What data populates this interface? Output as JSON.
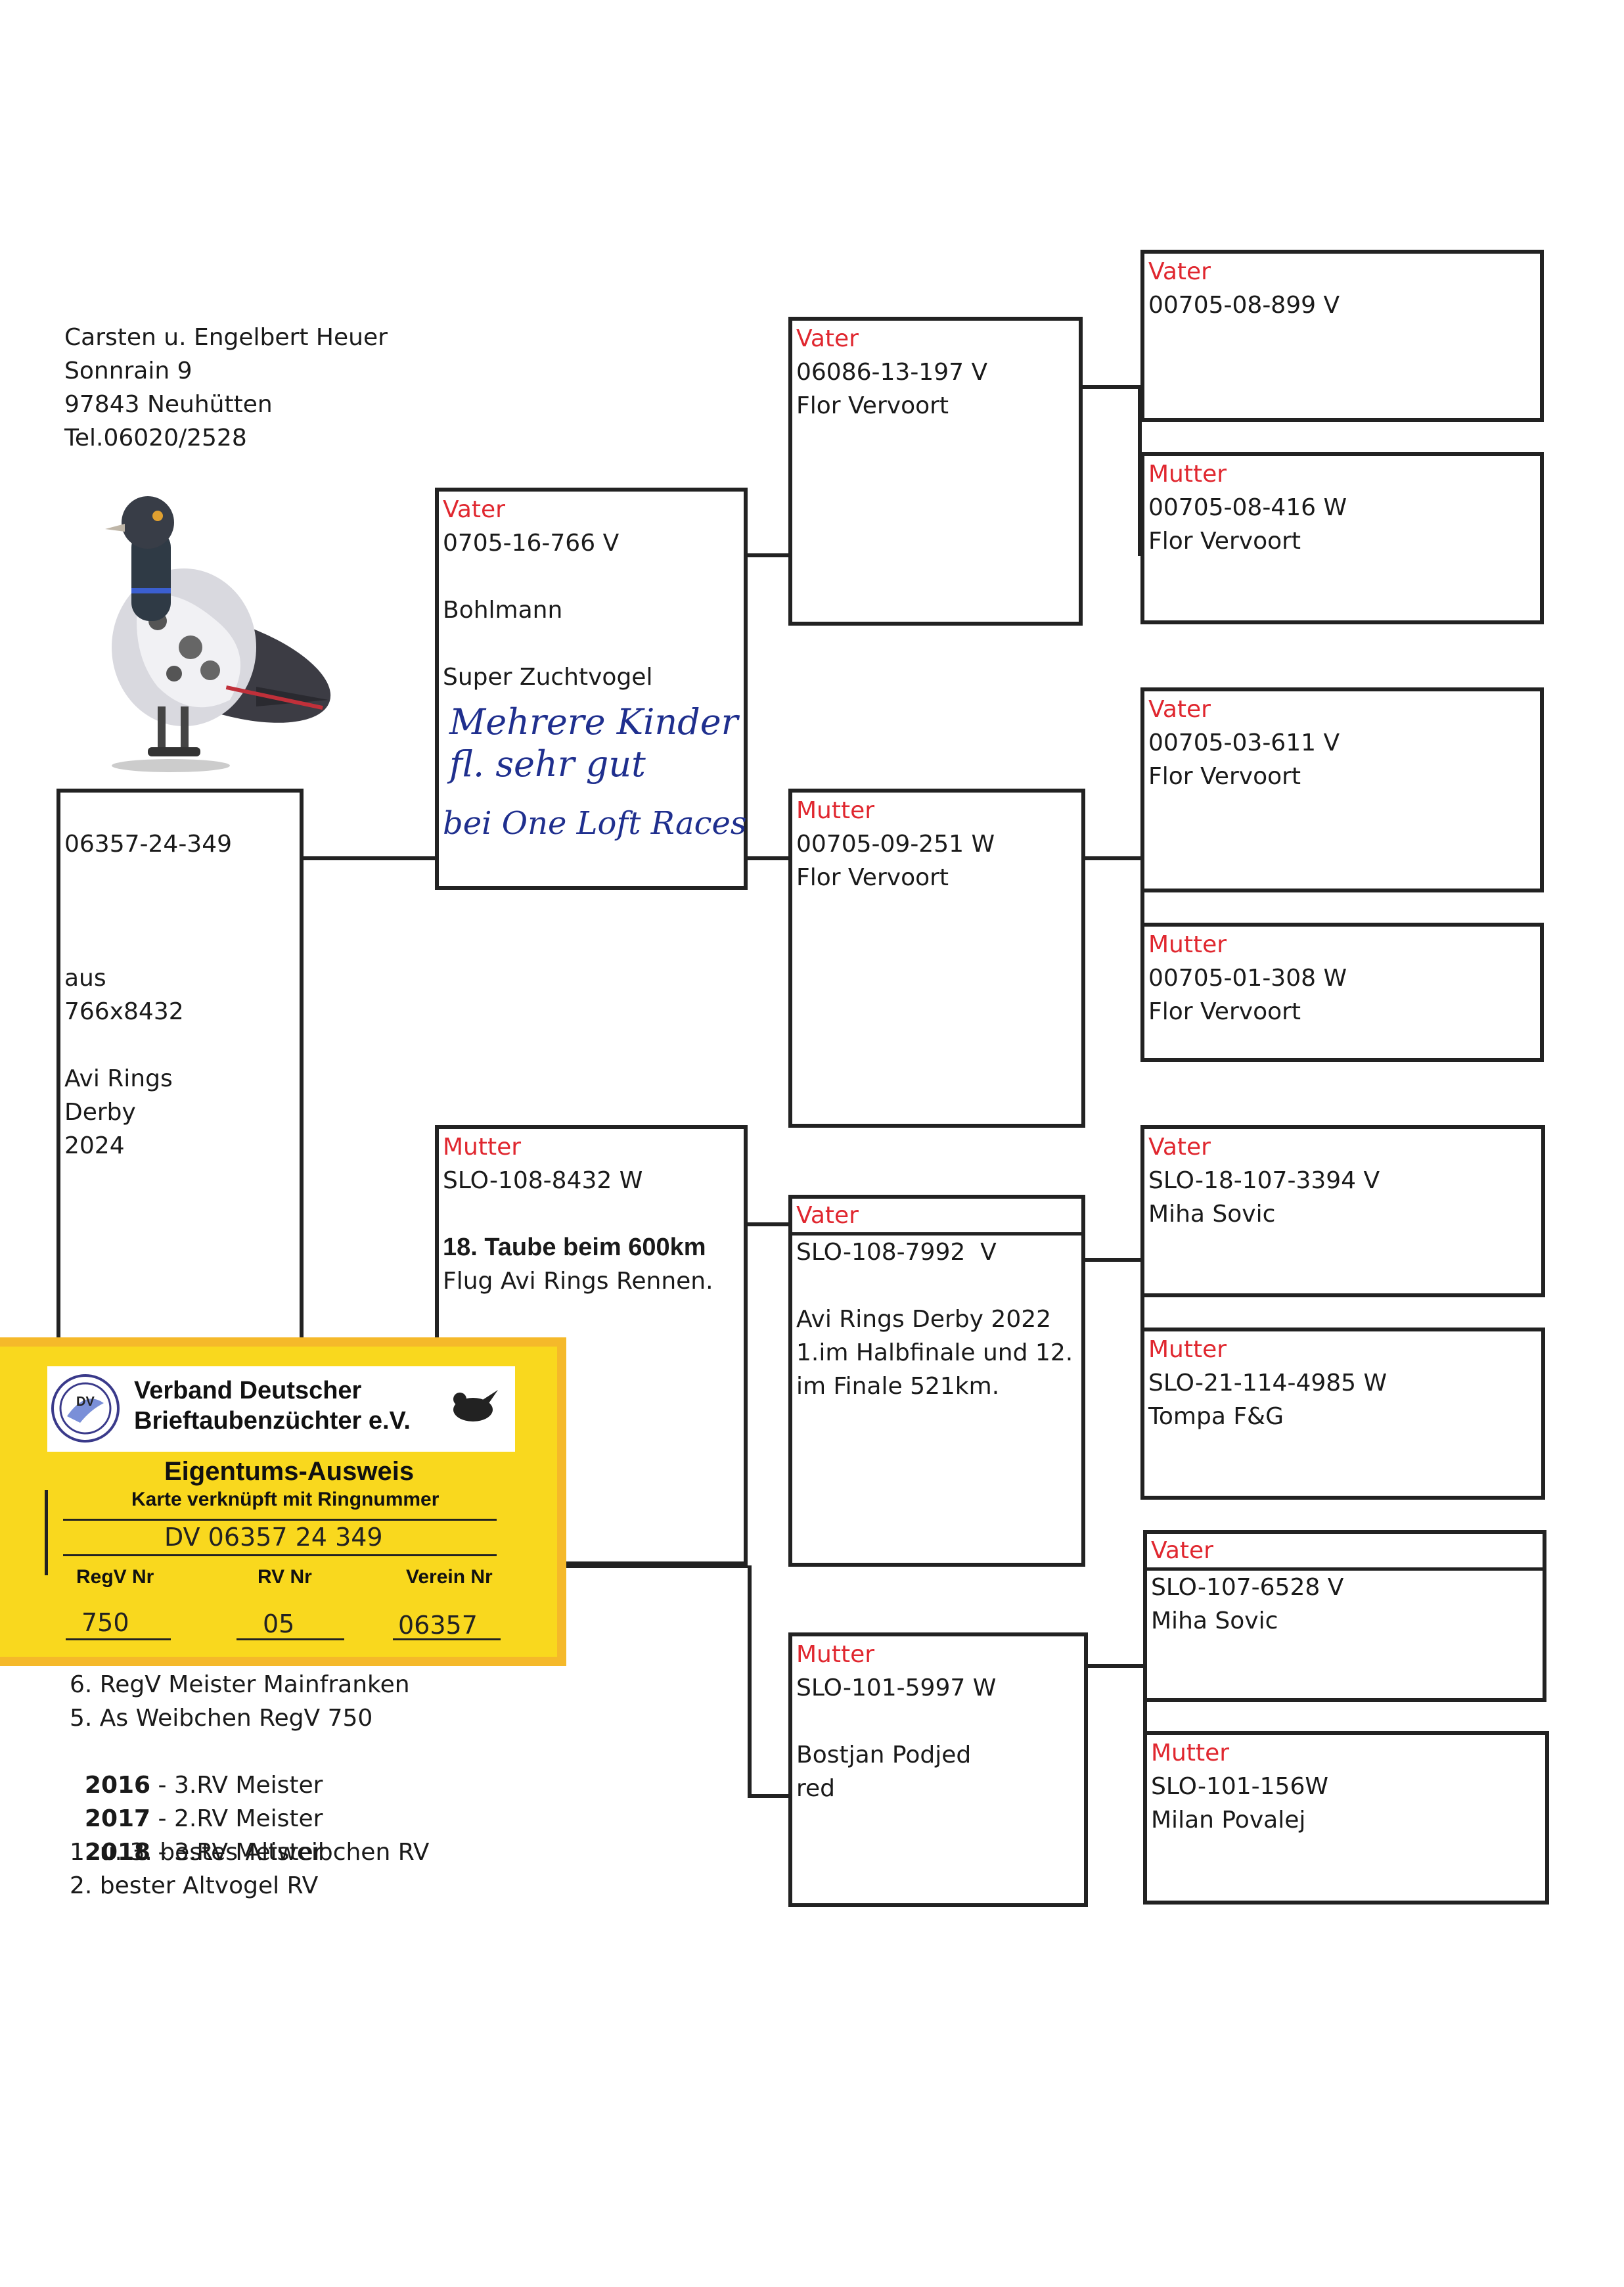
{
  "owner": {
    "name": "Carsten u. Engelbert Heuer",
    "street": "Sonnrain 9",
    "city": "97843 Neuhütten",
    "phone": "Tel.06020/2528"
  },
  "subject": {
    "ring": "06357-24-349",
    "line1": "aus",
    "line2": "766x8432",
    "line3": "Avi Rings",
    "line4": "Derby",
    "line5": "2024"
  },
  "father": {
    "label": "Vater",
    "ring": "0705-16-766 V",
    "breeder": "Bohlmann",
    "note": "Super Zuchtvogel",
    "handwritten1": "Mehrere Kinder",
    "handwritten2": "fl. sehr gut",
    "handwritten3": "bei One Loft Races"
  },
  "mother": {
    "label": "Mutter",
    "ring": "SLO-108-8432 W",
    "achievement_bold": "18. Taube beim 600km",
    "achievement_rest": "Flug Avi Rings Rennen."
  },
  "ff": {
    "label": "Vater",
    "ring": "06086-13-197 V",
    "breeder": "Flor Vervoort"
  },
  "fm": {
    "label": "Mutter",
    "ring": "00705-09-251 W",
    "breeder": "Flor Vervoort"
  },
  "mf": {
    "label": "Vater",
    "ring": "SLO-108-7992  V",
    "line1": "Avi Rings Derby 2022",
    "line2": "1.im Halbfinale und 12.",
    "line3": "im Finale 521km."
  },
  "mm": {
    "label": "Mutter",
    "ring": "SLO-101-5997 W",
    "line1": "Bostjan Podjed",
    "line2": "red"
  },
  "fff": {
    "label": "Vater",
    "ring": "00705-08-899 V"
  },
  "ffm": {
    "label": "Mutter",
    "ring": "00705-08-416 W",
    "breeder": "Flor Vervoort"
  },
  "fmf": {
    "label": "Vater",
    "ring": "00705-03-611 V",
    "breeder": "Flor Vervoort"
  },
  "fmm": {
    "label": "Mutter",
    "ring": "00705-01-308 W",
    "breeder": "Flor Vervoort"
  },
  "mff": {
    "label": "Vater",
    "ring": "SLO-18-107-3394 V",
    "breeder": "Miha Sovic"
  },
  "mfm": {
    "label": "Mutter",
    "ring": "SLO-21-114-4985 W",
    "breeder": "Tompa F&G"
  },
  "mmf": {
    "label": "Vater",
    "ring": "SLO-107-6528 V",
    "breeder": "Miha Sovic"
  },
  "mmm": {
    "label": "Mutter",
    "ring": "SLO-101-156W",
    "breeder": "Milan Povalej"
  },
  "card": {
    "org1": "Verband Deutscher",
    "org2": "Brieftaubenzüchter e.V.",
    "title": "Eigentums-Ausweis",
    "subtitle": "Karte verknüpft mit Ringnummer",
    "ring": "DV 06357 24 349",
    "col1_label": "RegV Nr",
    "col2_label": "RV Nr",
    "col3_label": "Verein Nr",
    "col1_value": "750",
    "col2_value": "05",
    "col3_value": "06357"
  },
  "achievements": {
    "a1": "6. RegV Meister Mainfranken",
    "a2": "5. As Weibchen RegV 750",
    "a3_year": "2016",
    "a3_text": " - 3.RV Meister",
    "a4_year": "2017",
    "a4_text": " - 2.RV Meister",
    "a5_year": "2018",
    "a5_text": " - 3.RV Meister",
    "a6": "1. u. 3. bestes Altweibchen RV",
    "a7": "2. bester Altvogel RV"
  }
}
